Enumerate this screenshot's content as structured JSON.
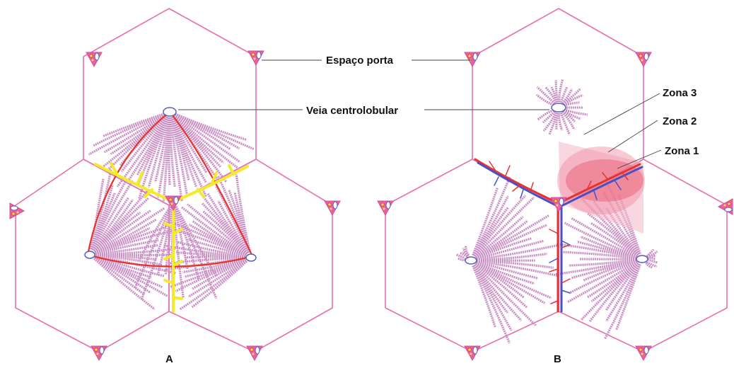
{
  "labels": {
    "portal_space": "Espaço porta",
    "central_vein": "Veia centrolobular",
    "zone_3": "Zona 3",
    "zone_2": "Zona 2",
    "zone_1": "Zona 1",
    "panel_a": "A",
    "panel_b": "B"
  },
  "colors": {
    "lobule_outline": "#e66fae",
    "parenchyma": "#c98fc4",
    "portal_triad": "#ec5fa6",
    "portal_axis": "#f2ea2a",
    "acinus_outline": "#e8322c",
    "artery": "#e8322c",
    "portal_vein_branch": "#4a4fc6",
    "zone_fill": "#f4b6c8"
  },
  "icons": [
    "central-vein",
    "portal-triad",
    "hepatic-cord"
  ]
}
